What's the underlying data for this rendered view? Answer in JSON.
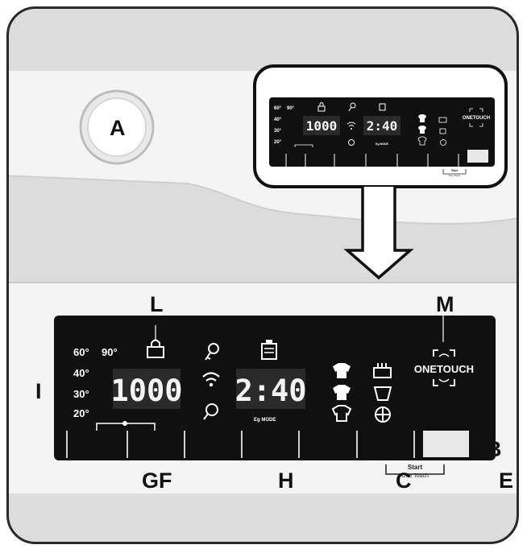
{
  "callouts": {
    "a": "A",
    "b": "B",
    "c": "C",
    "e": "E",
    "gf": "GF",
    "h": "H",
    "i": "I",
    "l": "L",
    "m": "M"
  },
  "panel": {
    "temps_row1": [
      "60°",
      "90°"
    ],
    "temps_col": [
      "40°",
      "30°",
      "20°"
    ],
    "spin_display": "1000",
    "time_display": "2:40",
    "time_sublabel": "Eg MODE",
    "onetouch_label": "ONETOUCH",
    "start_label_1": "Start",
    "start_label_2": "One Touch"
  },
  "mini_panel": {
    "temps_row1": [
      "60°",
      "90°"
    ],
    "temps_col": [
      "40°",
      "30°",
      "20°"
    ],
    "spin_display": "1000",
    "time_display": "2:40",
    "time_sublabel": "Eg MODE",
    "onetouch_label": "ONETOUCH",
    "start_label_1": "Start",
    "start_label_2": "One Touch"
  }
}
